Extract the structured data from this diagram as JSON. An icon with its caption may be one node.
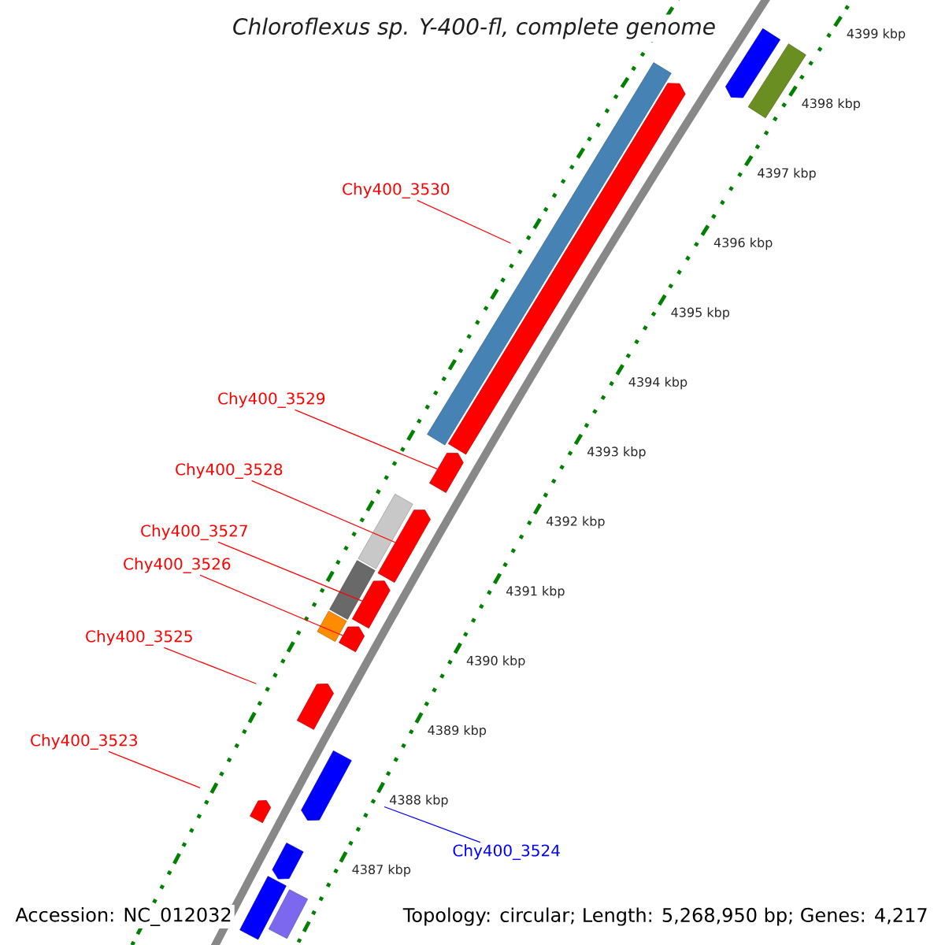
{
  "diagram": {
    "title": "Chloroflexus sp. Y-400-fl, complete genome",
    "nodes": [
      {
        "text": [],
        "shape": "arrow"
      },
      {
        "text": [],
        "shape": "bar"
      },
      {
        "text": [],
        "shape": "bar"
      },
      {
        "text": [
          "Chy400_3530"
        ]
      },
      {
        "text": [],
        "shape": "arrow"
      },
      {
        "text": [
          "Chy400_3529"
        ]
      },
      {
        "text": [],
        "shape": "arrow"
      },
      {
        "text": [
          "Chy400_3528"
        ]
      },
      {
        "text": [],
        "shape": "bar"
      },
      {
        "text": [],
        "shape": "arrow"
      },
      {
        "text": [
          "Chy400_3527"
        ]
      },
      {
        "text": [],
        "shape": "bar"
      },
      {
        "text": [],
        "shape": "arrow"
      },
      {
        "text": [
          "Chy400_3526"
        ]
      },
      {
        "text": [],
        "shape": "bar"
      },
      {
        "text": [],
        "shape": "arrow"
      },
      {
        "text": [
          "Chy400_3525"
        ]
      },
      {
        "text": [],
        "shape": "arrow"
      },
      {
        "text": [
          "Chy400_3523"
        ]
      },
      {
        "text": [],
        "shape": "arrow"
      },
      {
        "text": [],
        "shape": "arrow"
      },
      {
        "text": [
          "Chy400_3524"
        ]
      },
      {
        "text": [],
        "shape": "arrow"
      },
      {
        "text": [],
        "shape": "bar"
      },
      {
        "text": [],
        "shape": "bar"
      }
    ],
    "edges": [
      {
        "from": 3,
        "to": 4,
        "arrow": "none"
      },
      {
        "from": 5,
        "to": 6,
        "arrow": "none"
      },
      {
        "from": 7,
        "to": 9,
        "arrow": "none"
      },
      {
        "from": 10,
        "to": 12,
        "arrow": "none"
      },
      {
        "from": 13,
        "to": 15,
        "arrow": "none"
      },
      {
        "from": 16,
        "to": 17,
        "arrow": "none"
      },
      {
        "from": 18,
        "to": 20,
        "arrow": "none"
      },
      {
        "from": 21,
        "to": 19,
        "arrow": "none",
        "color": "#0000ff"
      }
    ],
    "labels": [
      "4399 kbp",
      "4398 kbp",
      "4397 kbp",
      "4396 kbp",
      "4395 kbp",
      "4394 kbp",
      "4393 kbp",
      "4392 kbp",
      "4391 kbp",
      "4390 kbp",
      "4389 kbp",
      "4388 kbp",
      "4387 kbp",
      "Accession: NC_012032",
      "Topology: circular; Length: 5,268,950 bp; Genes: 4,217"
    ]
  }
}
